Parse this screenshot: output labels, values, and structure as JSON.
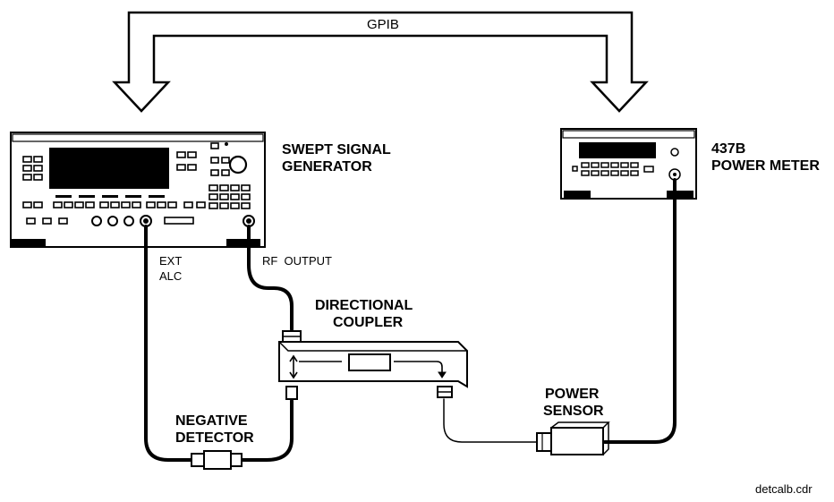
{
  "labels": {
    "gpib": "GPIB",
    "generator_line1": "SWEPT SIGNAL",
    "generator_line2": "GENERATOR",
    "meter_line1": "437B",
    "meter_line2": "POWER METER",
    "ext_line1": "EXT",
    "ext_line2": "ALC",
    "rf_output": "RF  OUTPUT",
    "coupler_line1": "DIRECTIONAL",
    "coupler_line2": "COUPLER",
    "sensor_line1": "POWER",
    "sensor_line2": "SENSOR",
    "detector_line1": "NEGATIVE",
    "detector_line2": "DETECTOR",
    "filename": "detcalb.cdr"
  },
  "colors": {
    "ink": "#000000",
    "paper": "#ffffff"
  }
}
